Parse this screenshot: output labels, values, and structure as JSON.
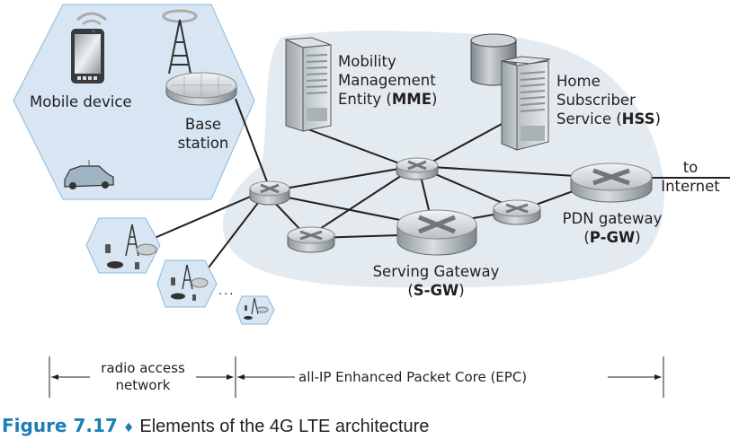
{
  "figure": {
    "number": "Figure 7.17",
    "separator": "♦",
    "title": "Elements of the 4G LTE architecture"
  },
  "nodes": {
    "mobile_device": {
      "label": "Mobile device"
    },
    "base_station": {
      "label_line1": "Base",
      "label_line2": "station"
    },
    "mme": {
      "line1": "Mobility",
      "line2": "Management",
      "line3_prefix": "Entity (",
      "abbr": "MME",
      "line3_suffix": ")"
    },
    "hss": {
      "line1": "Home",
      "line2": "Subscriber",
      "line3_prefix": "Service (",
      "abbr": "HSS",
      "line3_suffix": ")"
    },
    "pgw": {
      "line1": "PDN gateway",
      "line2_prefix": "(",
      "abbr": "P-GW",
      "line2_suffix": ")"
    },
    "sgw": {
      "line1": "Serving Gateway",
      "line2_prefix": "(",
      "abbr": "S-GW",
      "line2_suffix": ")"
    },
    "internet": {
      "line1": "to",
      "line2": "Internet"
    }
  },
  "ellipsis": "...",
  "spans": {
    "ran": {
      "line1": "radio access",
      "line2": "network"
    },
    "epc": {
      "label": "all-IP Enhanced Packet Core (EPC)"
    }
  },
  "colors": {
    "cell_fill": "#d7e6f2",
    "cell_stroke": "#8ab8dc",
    "epc_fill": "#e3ebf1",
    "figure_blue": "#1a7fb5",
    "link": "#231f20"
  }
}
